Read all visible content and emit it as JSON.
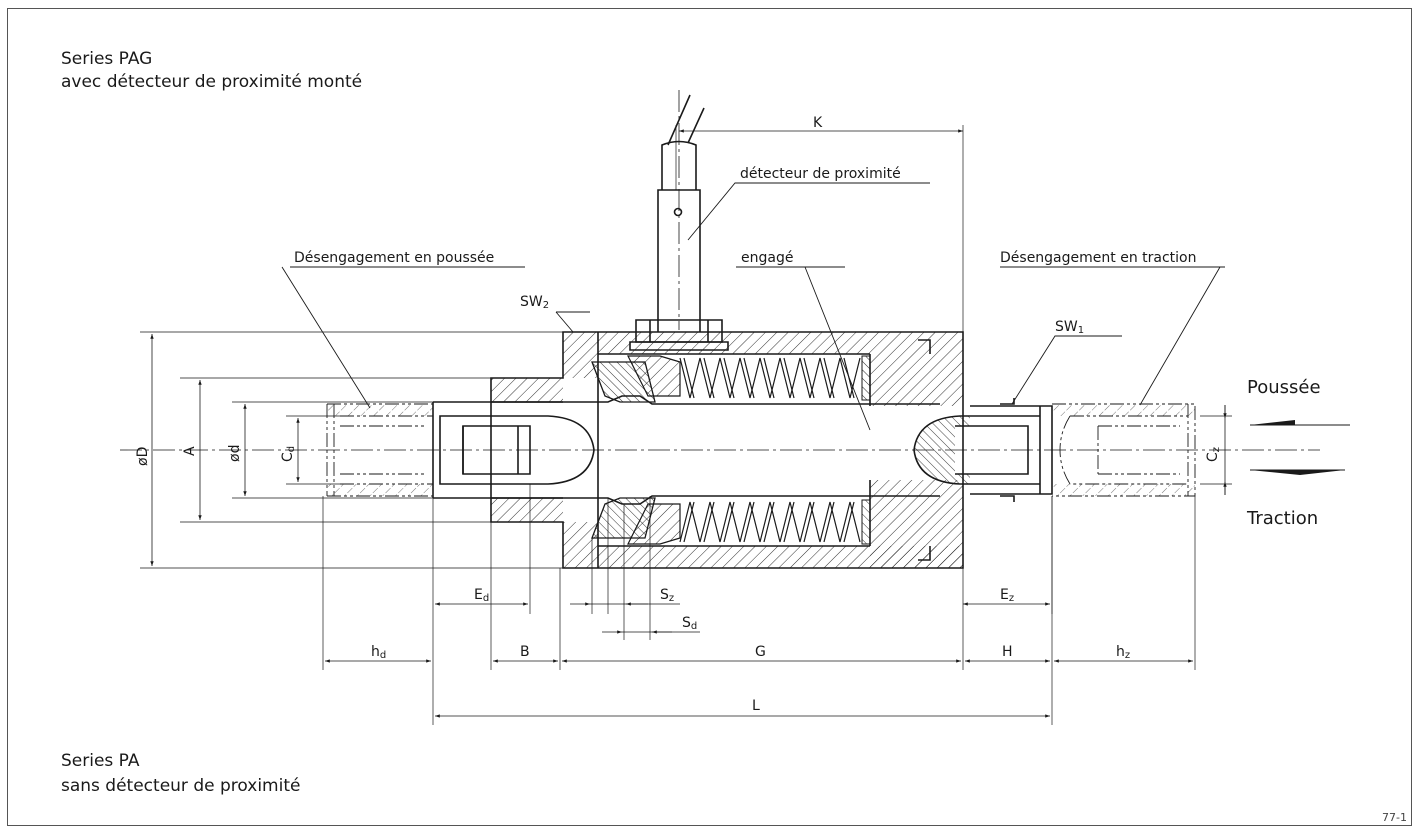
{
  "header": {
    "line1": "Series PAG",
    "line2": "avec détecteur de proximité monté"
  },
  "footer": {
    "line1": "Series PA",
    "line2": "sans détecteur de proximité"
  },
  "page_number": "77-1",
  "callouts": {
    "proximity_sensor": "détecteur de proximité",
    "engaged": "engagé",
    "disengage_push": "Désengagement en poussée",
    "disengage_pull": "Désengagement en traction",
    "sw1_main": "SW",
    "sw1_sub": "1",
    "sw2_main": "SW",
    "sw2_sub": "2"
  },
  "force_labels": {
    "push": "Poussée",
    "pull": "Traction"
  },
  "dimensions": {
    "K": "K",
    "L": "L",
    "G": "G",
    "H": "H",
    "B": "B",
    "A": "A",
    "D": "øD",
    "d": "ød",
    "Cd_main": "C",
    "Cd_sub": "d",
    "Cz_main": "C",
    "Cz_sub": "z",
    "Ed_main": "E",
    "Ed_sub": "d",
    "Ez_main": "E",
    "Ez_sub": "z",
    "hd_main": "h",
    "hd_sub": "d",
    "hz_main": "h",
    "hz_sub": "z",
    "Sz_main": "S",
    "Sz_sub": "z",
    "Sd_main": "S",
    "Sd_sub": "d"
  }
}
